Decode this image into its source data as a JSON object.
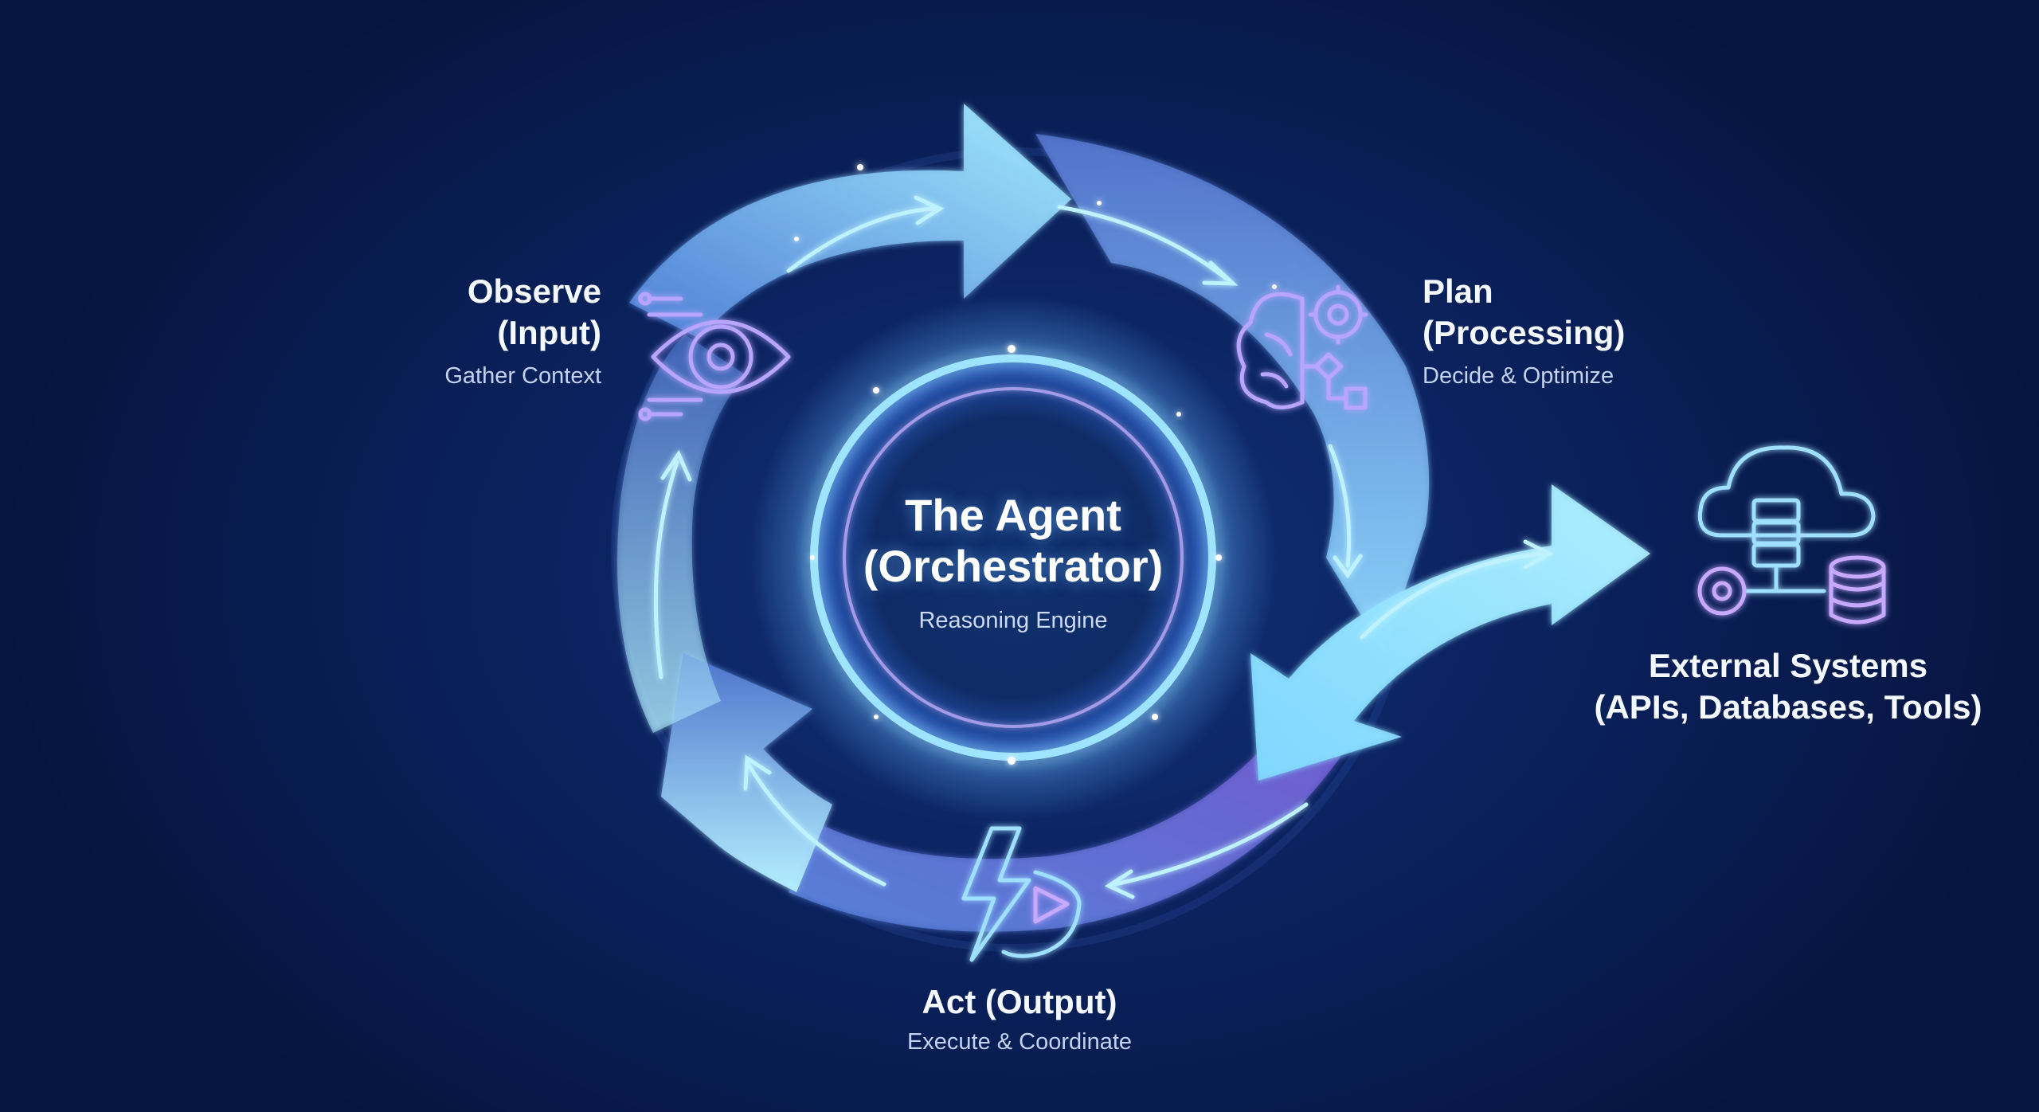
{
  "center": {
    "title_line1": "The Agent",
    "title_line2": "(Orchestrator)",
    "subtitle": "Reasoning Engine"
  },
  "observe": {
    "title_line1": "Observe",
    "title_line2": "(Input)",
    "subtitle": "Gather Context",
    "icon": "eye-icon"
  },
  "plan": {
    "title_line1": "Plan",
    "title_line2": "(Processing)",
    "subtitle": "Decide & Optimize",
    "icon": "brain-gear-icon"
  },
  "act": {
    "title": "Act (Output)",
    "subtitle": "Execute & Coordinate",
    "icon": "lightning-play-icon"
  },
  "external": {
    "title_line1": "External Systems",
    "title_line2": "(APIs, Databases, Tools)",
    "icon": "cloud-database-icon"
  },
  "colors": {
    "background": "#0b2360",
    "arrow_light": "#9fe6ff",
    "arrow_mid": "#5a8fe0",
    "ring_glow": "#7fdcff",
    "icon_purple": "#b18cf5"
  }
}
